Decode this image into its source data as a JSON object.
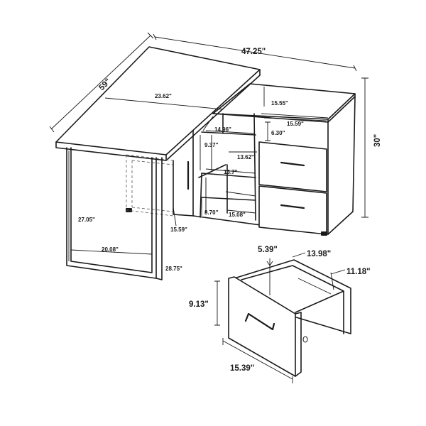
{
  "diagram": {
    "dimensions": {
      "overall_width": "47.25\"",
      "desk_depth": "59\"",
      "overall_height": "30\"",
      "top_width": "23.62\"",
      "cabinet_top_depth": "15.55\"",
      "shelf_width_upper": "14.96\"",
      "drawer_opening_width": "15.59\"",
      "upper_open_height": "6.30\"",
      "shelf_height_upper": "9.37\"",
      "drawer_front_height": "13.62\"",
      "shelf_width_middle": "13.7\"",
      "shelf_height_lower": "8.70\"",
      "shelf_width_lower": "15.08\"",
      "cabinet_depth_bottom": "15.59\"",
      "leg_height": "27.05\"",
      "leg_span": "20.08\"",
      "knee_height": "28.75\"",
      "drawer_side_depth": "5.39\"",
      "drawer_interior_width": "13.98\"",
      "drawer_interior_depth": "11.18\"",
      "drawer_height": "9.13\"",
      "drawer_width": "15.39\""
    }
  }
}
